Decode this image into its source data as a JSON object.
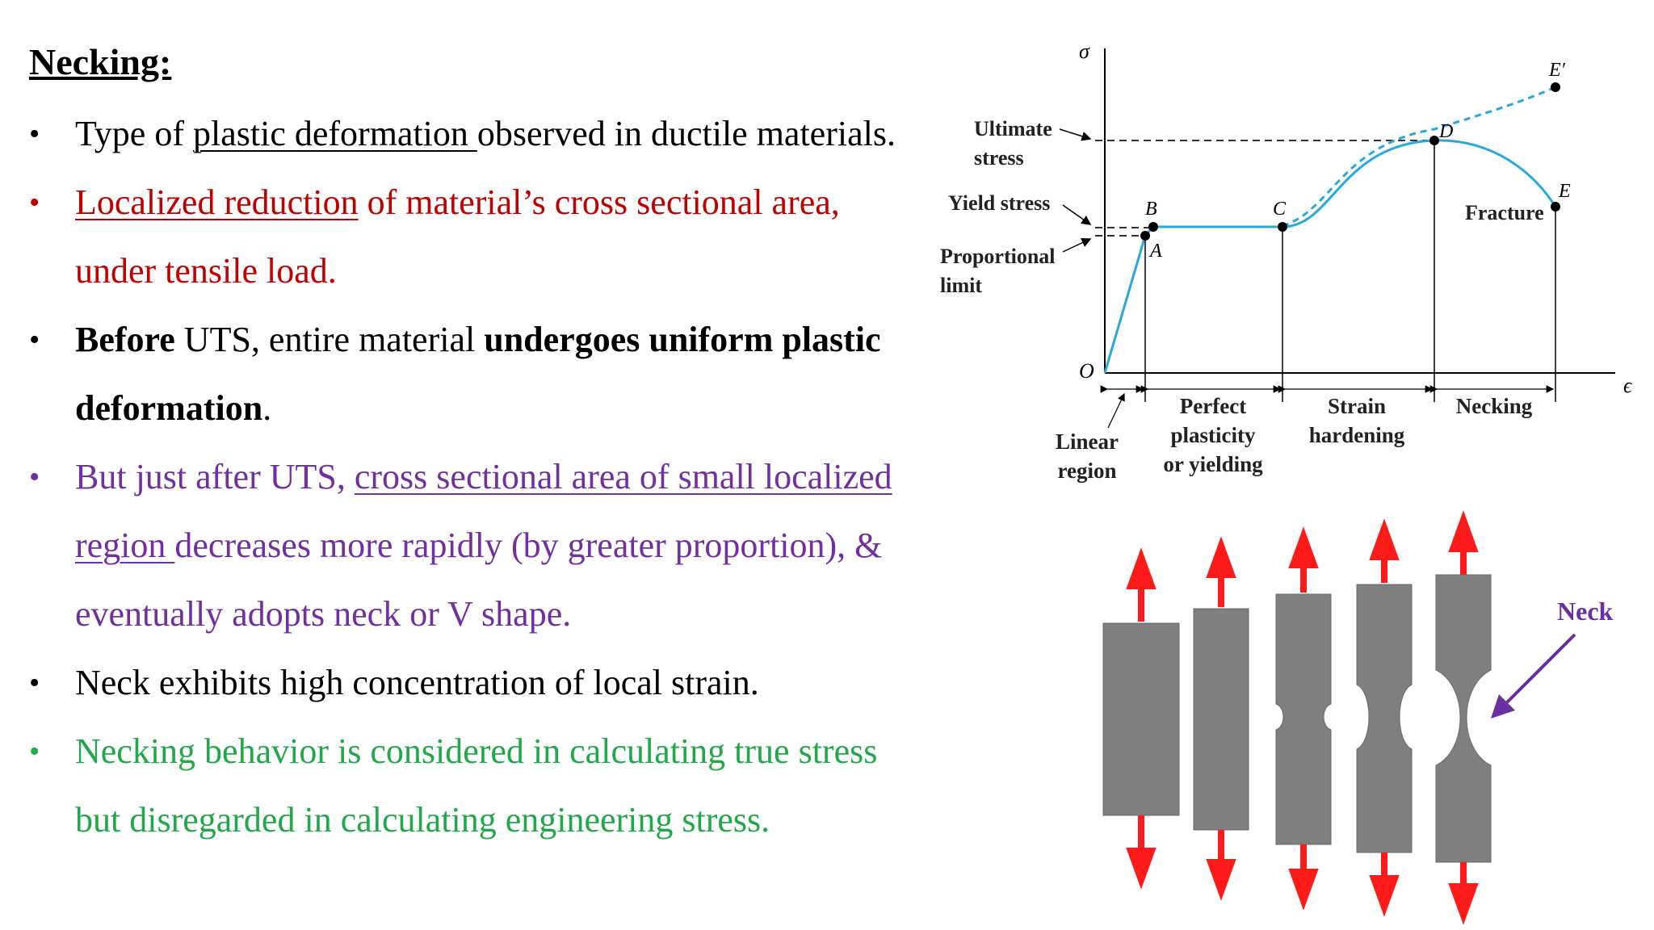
{
  "colors": {
    "text": "#000000",
    "red": "#c00000",
    "purple": "#7030a0",
    "green": "#21a84a",
    "curve": "#29a7df",
    "dashed_extension": "#29a7df",
    "specimen": "#7f7f80",
    "arrow": "#ff1a1a",
    "neck_label": "#6a2fa0"
  },
  "heading": "Necking:",
  "bullets": [
    {
      "color": "#000000",
      "lines": [
        [
          {
            "t": "Type of "
          },
          {
            "t": "plastic deformation ",
            "u": true
          },
          {
            "t": "observed in ductile materials."
          }
        ]
      ]
    },
    {
      "color": "#c00000",
      "lines": [
        [
          {
            "t": "Localized reduction",
            "u": true
          },
          {
            "t": " of material’s cross sectional area,"
          }
        ],
        [
          {
            "t": "under tensile load."
          }
        ]
      ]
    },
    {
      "color": "#000000",
      "lines": [
        [
          {
            "t": "Before",
            "b": true
          },
          {
            "t": " UTS, entire material "
          },
          {
            "t": "undergoes uniform plastic",
            "b": true
          }
        ],
        [
          {
            "t": "deformation",
            "b": true
          },
          {
            "t": "."
          }
        ]
      ]
    },
    {
      "color": "#7030a0",
      "lines": [
        [
          {
            "t": "But just after UTS, "
          },
          {
            "t": "cross sectional area of small localized",
            "u": true
          }
        ],
        [
          {
            "t": "region ",
            "u": true
          },
          {
            "t": "decreases more rapidly (by greater proportion), &"
          }
        ],
        [
          {
            "t": "eventually adopts neck or V shape."
          }
        ]
      ]
    },
    {
      "color": "#000000",
      "lines": [
        [
          {
            "t": "Neck exhibits high concentration of local strain."
          }
        ]
      ]
    },
    {
      "color": "#21a84a",
      "lines": [
        [
          {
            "t": "Necking behavior is considered in calculating true stress"
          }
        ],
        [
          {
            "t": "but disregarded in calculating engineering stress."
          }
        ]
      ]
    }
  ],
  "bullet_symbol": "•",
  "graph": {
    "y_axis_symbol": "σ",
    "x_axis_symbol": "ϵ",
    "labels": {
      "ultimate_1": "Ultimate",
      "ultimate_2": "stress",
      "yield": "Yield stress",
      "proportional_1": "Proportional",
      "proportional_2": "limit",
      "fracture": "Fracture"
    },
    "points": {
      "O": "O",
      "A": "A",
      "B": "B",
      "C": "C",
      "D": "D",
      "E": "E",
      "E_prime": "E′"
    },
    "regions": {
      "linear_1": "Linear",
      "linear_2": "region",
      "perfect_1": "Perfect",
      "perfect_2": "plasticity",
      "perfect_3": "or yielding",
      "strain_1": "Strain",
      "strain_2": "hardening",
      "necking": "Necking"
    }
  },
  "specimens": {
    "neck_label": "Neck",
    "count": 5
  }
}
